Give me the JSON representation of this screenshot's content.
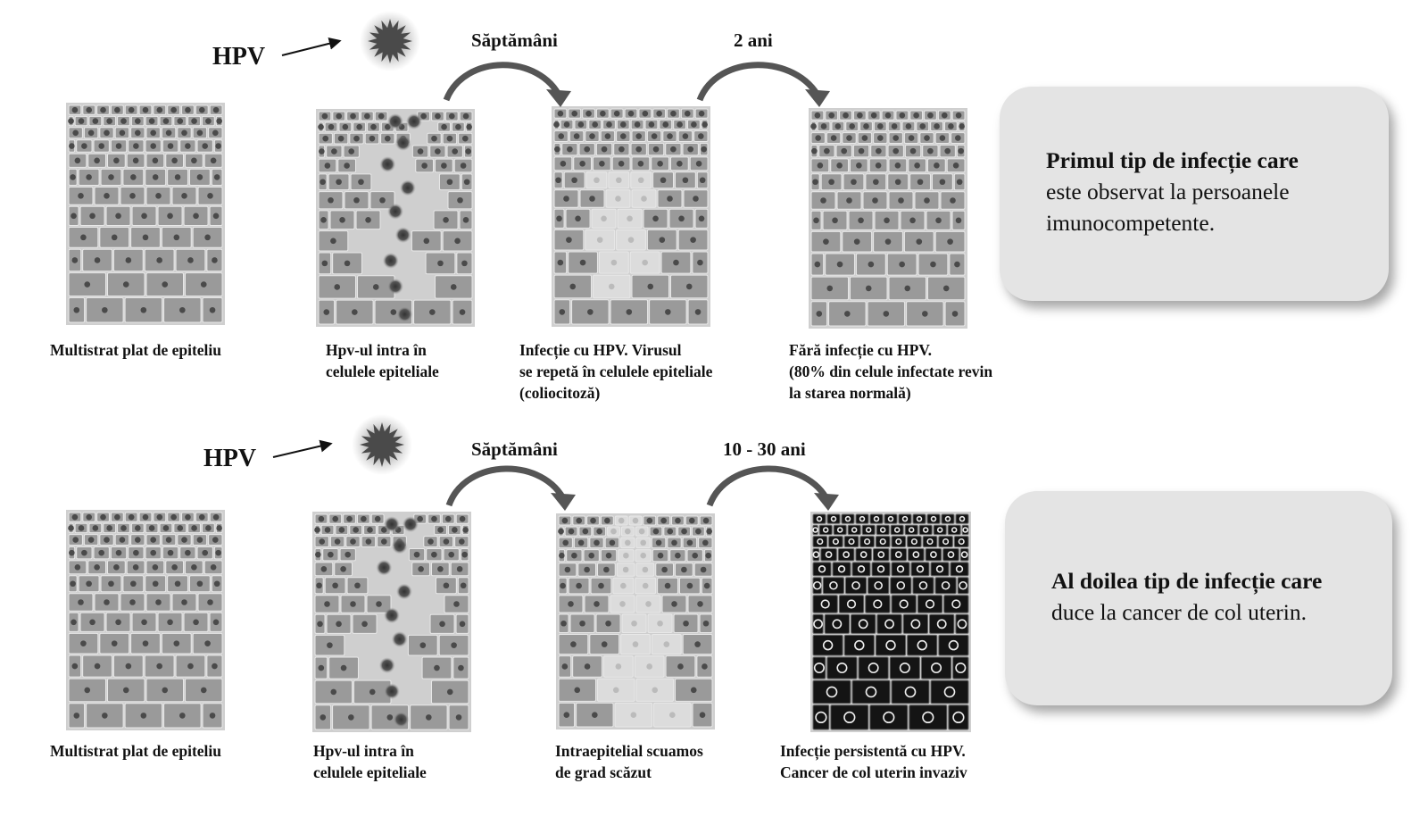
{
  "rows": [
    {
      "hpv_label": "HPV",
      "period_1": "Săptămâni",
      "period_2": "2 ani",
      "captions": [
        [
          "Multistrat plat de epiteliu"
        ],
        [
          "Hpv-ul intra în",
          "celulele epiteliale"
        ],
        [
          "Infecție cu HPV. Virusul",
          "se repetă în  celulele epiteliale",
          "(coliocitoză)"
        ],
        [
          "Fără infecție cu HPV.",
          "(80% din celule infectate revin",
          "la starea normală)"
        ]
      ],
      "box": {
        "title": "Primul tip de infecție care",
        "lines": [
          "este observat la persoanele",
          "imunocompetente."
        ]
      }
    },
    {
      "hpv_label": "HPV",
      "period_1": "Săptămâni",
      "period_2": "10 - 30 ani",
      "captions": [
        [
          "Multistrat plat de epiteliu"
        ],
        [
          "Hpv-ul intra în",
          "celulele epiteliale"
        ],
        [
          "Intraepitelial scuamos",
          "de grad scăzut"
        ],
        [
          "Infecție persistentă cu HPV.",
          "Cancer de col uterin invaziv"
        ]
      ],
      "box": {
        "title": "Al doilea tip de infecție care",
        "lines": [
          "duce la cancer de col uterin."
        ]
      }
    }
  ],
  "colors": {
    "cell": "#9a9a9a",
    "nucleus": "#4a4a4a",
    "pale_cell": "#dcdcdc",
    "cancer_cell": "#141414",
    "box_bg": "#e4e4e4"
  }
}
